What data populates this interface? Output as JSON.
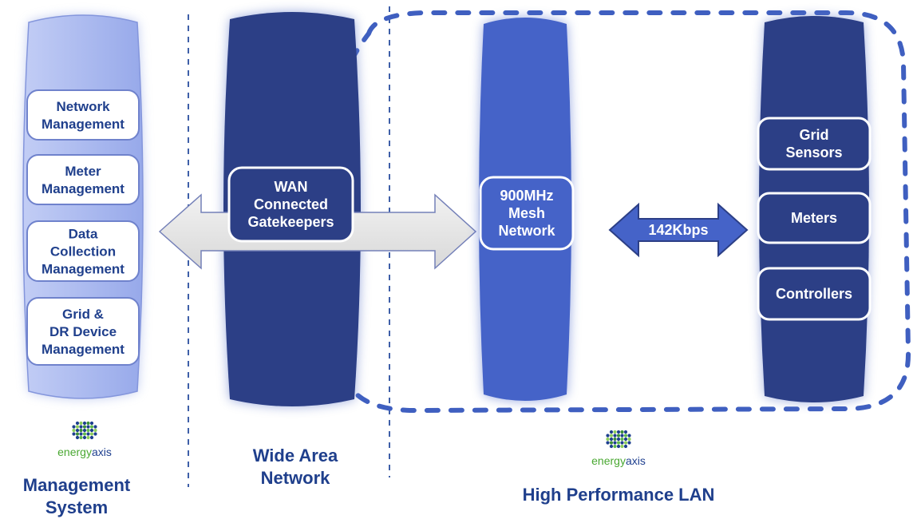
{
  "diagram": {
    "management_column": {
      "modules": [
        {
          "lines": [
            "Network",
            "Management"
          ]
        },
        {
          "lines": [
            "Meter",
            "Management"
          ]
        },
        {
          "lines": [
            "Data",
            "Collection",
            "Management"
          ]
        },
        {
          "lines": [
            "Grid &",
            "DR Device",
            "Management"
          ]
        }
      ]
    },
    "wan_column": {
      "lines": [
        "WAN",
        "Connected",
        "Gatekeepers"
      ]
    },
    "mesh_column": {
      "lines": [
        "900MHz",
        "Mesh",
        "Network"
      ]
    },
    "speed_label": "142Kbps",
    "devices_column": {
      "items": [
        {
          "lines": [
            "Grid",
            "Sensors"
          ]
        },
        {
          "lines": [
            "Meters"
          ]
        },
        {
          "lines": [
            "Controllers"
          ]
        }
      ]
    },
    "section_labels": {
      "management": [
        "Management",
        "System"
      ],
      "wan": [
        "Wide Area",
        "Network"
      ],
      "lan": [
        "High Performance LAN"
      ]
    },
    "brand": {
      "part1": "energy",
      "part2": "axis"
    },
    "colors": {
      "light_column": "#a9b8ee",
      "dark_column": "#2c3f86",
      "mid_column": "#4563c8",
      "text_blue": "#1f3f8c",
      "brand_green": "#4aa832"
    }
  }
}
